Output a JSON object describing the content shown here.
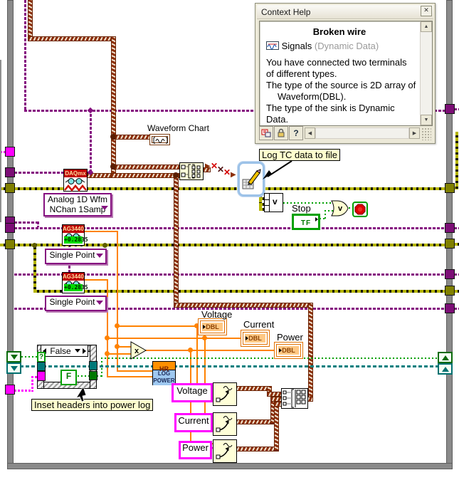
{
  "window": {
    "title": "Context Help",
    "close_icon": "✕",
    "heading": "Broken wire",
    "signal_label": "Signals",
    "signal_type": "(Dynamic Data)",
    "body_lines": [
      "You have connected two terminals",
      "of different types.",
      "The type of the source is 2D array of",
      "Waveform(DBL).",
      "The type of the sink is Dynamic",
      "Data."
    ]
  },
  "labels": {
    "waveform_chart": "Waveform Chart",
    "log_tc": "Log TC data to file",
    "inset_headers": "Inset headers into power log",
    "stop": "Stop"
  },
  "daqmx": {
    "title": "DAQmx",
    "selector_line1": "Analog 1D Wfm",
    "selector_line2": "NChan 1Samp"
  },
  "ag_nodes": [
    {
      "title": "AG34401",
      "value": "+0.2835",
      "selector": "Single Point"
    },
    {
      "title": "AG34401",
      "value": "+0.2835",
      "selector": "Single Point"
    }
  ],
  "case_structure": {
    "selector": "False",
    "selector_terminal": "?",
    "f_constant": "F"
  },
  "booleans": {
    "tf": "TF",
    "or_gate": "v",
    "compound": "v"
  },
  "math": {
    "multiply": "x"
  },
  "hr_node": {
    "header": "HR",
    "line1": "LOG",
    "line2": "POWER"
  },
  "indicators": [
    {
      "label": "Voltage",
      "type": "DBL"
    },
    {
      "label": "Current",
      "type": "DBL"
    },
    {
      "label": "Power",
      "type": "DBL"
    }
  ],
  "string_constants": [
    {
      "text": "Voltage"
    },
    {
      "text": "Current"
    },
    {
      "text": "Power"
    }
  ],
  "colors": {
    "purple": "#85107F",
    "olive": "#9B9B00",
    "orange": "#FF8200",
    "brown": "#8C2F06",
    "green": "#00A000",
    "teal": "#008080",
    "magenta": "#FF00FF",
    "express_blue": "#9CC2E8",
    "stop_red": "#DD0000"
  }
}
